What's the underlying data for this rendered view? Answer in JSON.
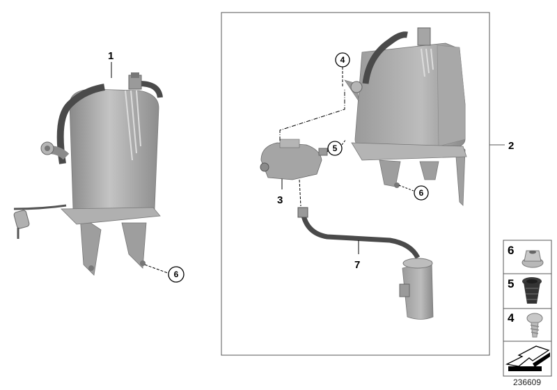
{
  "diagram": {
    "part_labels": {
      "p1": "1",
      "p2": "2",
      "p3": "3",
      "p4": "4",
      "p5": "5",
      "p6_left": "6",
      "p6_right": "6",
      "p7": "7"
    },
    "legend": {
      "items": [
        {
          "number": "6",
          "icon": "hex-nut-icon"
        },
        {
          "number": "5",
          "icon": "rubber-grommet-icon"
        },
        {
          "number": "4",
          "icon": "screw-icon"
        },
        {
          "number": "",
          "icon": "arrow-sheet-icon"
        }
      ]
    },
    "diagram_number": "236609",
    "colors": {
      "part": "#a9a9a9",
      "part_dark": "#6e6e6e",
      "hose": "#4a4a4a",
      "frame": "#555555"
    }
  }
}
